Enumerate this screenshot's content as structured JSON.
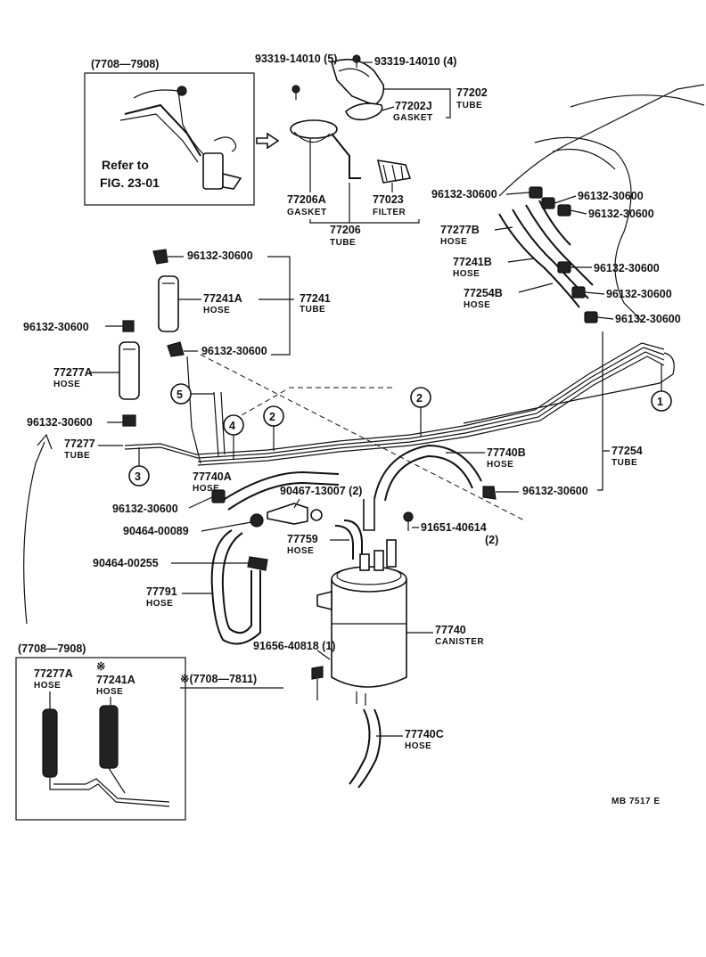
{
  "inset_top": {
    "range": "(7708—7908)",
    "refer1": "Refer to",
    "refer2": "FIG. 23-01"
  },
  "inset_bottom": {
    "range": "(7708—7908)",
    "note": "※(7708—7811)",
    "hose_a_num": "77277A",
    "hose_a_sub": "HOSE",
    "hose_b_mark": "※",
    "hose_b_num": "77241A",
    "hose_b_sub": "HOSE"
  },
  "parts": {
    "p93319_a": "93319-14010 (5)",
    "p93319_b": "93319-14010 (4)",
    "p77202": "77202",
    "p77202_sub": "TUBE",
    "p77202J": "77202J",
    "p77202J_sub": "GASKET",
    "p77206A": "77206A",
    "p77206A_sub": "GASKET",
    "p77023": "77023",
    "p77023_sub": "FILTER",
    "p77206": "77206",
    "p77206_sub": "TUBE",
    "c_r1": "96132-30600",
    "c_r2": "96132-30600",
    "c_r3": "96132-30600",
    "c_r4": "96132-30600",
    "c_r5": "96132-30600",
    "c_r6": "96132-30600",
    "p77277B": "77277B",
    "p77277B_sub": "HOSE",
    "p77241B": "77241B",
    "p77241B_sub": "HOSE",
    "p77254B": "77254B",
    "p77254B_sub": "HOSE",
    "c_top": "96132-30600",
    "p77241A": "77241A",
    "p77241A_sub": "HOSE",
    "p77241": "77241",
    "p77241_sub": "TUBE",
    "c_mid": "96132-30600",
    "c_l1": "96132-30600",
    "p77277A": "77277A",
    "p77277A_sub": "HOSE",
    "c_l2": "96132-30600",
    "p77277": "77277",
    "p77277_sub": "TUBE",
    "p77740B": "77740B",
    "p77740B_sub": "HOSE",
    "p77254": "77254",
    "p77254_sub": "TUBE",
    "p77740A": "77740A",
    "p77740A_sub": "HOSE",
    "p90467": "90467-13007 (2)",
    "c_low": "96132-30600",
    "c_right": "96132-30600",
    "p90464_a": "90464-00089",
    "p77759": "77759",
    "p77759_sub": "HOSE",
    "p91651": "91651-40614",
    "p91651_qty": "(2)",
    "p90464_b": "90464-00255",
    "p77791": "77791",
    "p77791_sub": "HOSE",
    "p77740": "77740",
    "p77740_sub": "CANISTER",
    "p91656": "91656-40818 (1)",
    "p77740C": "77740C",
    "p77740C_sub": "HOSE"
  },
  "markers": {
    "m1": "1",
    "m2a": "2",
    "m2b": "2",
    "m3": "3",
    "m4": "4",
    "m5": "5"
  },
  "figure_code": "MB 7517 E"
}
